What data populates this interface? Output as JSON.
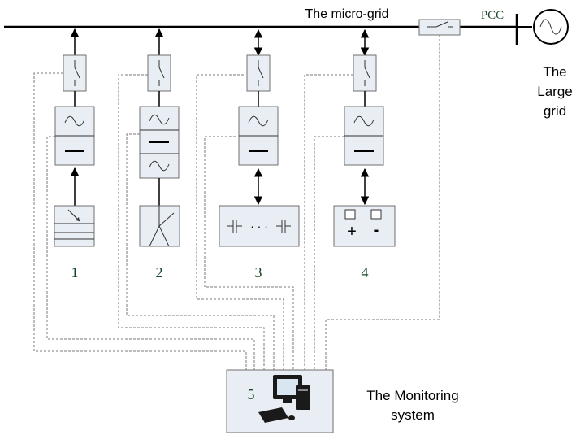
{
  "bus": {
    "label": "The micro-grid"
  },
  "pcc": {
    "label": "PCC"
  },
  "large_grid": {
    "line1": "The",
    "line2": "Large",
    "line3": "grid"
  },
  "units": [
    {
      "number": "1"
    },
    {
      "number": "2"
    },
    {
      "number": "3"
    },
    {
      "number": "4"
    }
  ],
  "battery": {
    "plus": "+",
    "minus": "-"
  },
  "capacitor_bank": {
    "dots": "· · ·"
  },
  "monitoring": {
    "number": "5",
    "line1": "The Monitoring",
    "line2": "system"
  },
  "colors": {
    "box_fill": "#e8eef4",
    "number_text": "#1a4a2a",
    "pcc_text": "#1a4a2a",
    "dashed_line": "#7a7a7a"
  }
}
